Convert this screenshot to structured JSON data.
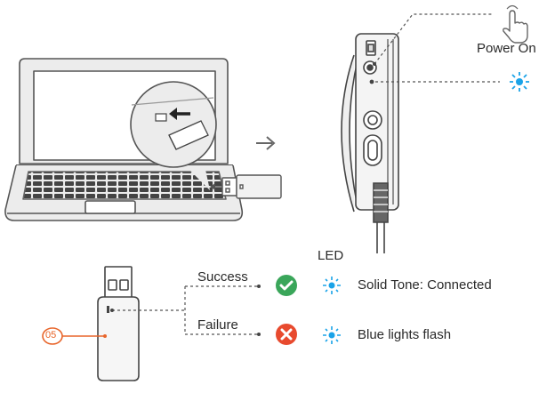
{
  "labels": {
    "power_on": "Power On",
    "led_heading": "LED",
    "success": "Success",
    "failure": "Failure",
    "solid_tone": "Solid Tone: Connected",
    "blue_flash": "Blue lights flash",
    "callout_number": "05"
  },
  "colors": {
    "success_green": "#3aa65a",
    "failure_red": "#e84a2e",
    "led_blue": "#1aa3e8",
    "callout_orange": "#e8652a",
    "line_gray": "#555555",
    "fill_gray": "#e9e9e9"
  },
  "icons": {
    "arrow": "right-arrow-icon",
    "hand": "pointing-hand-icon",
    "led": "led-light-icon",
    "check": "check-circle-icon",
    "cross": "x-circle-icon"
  }
}
